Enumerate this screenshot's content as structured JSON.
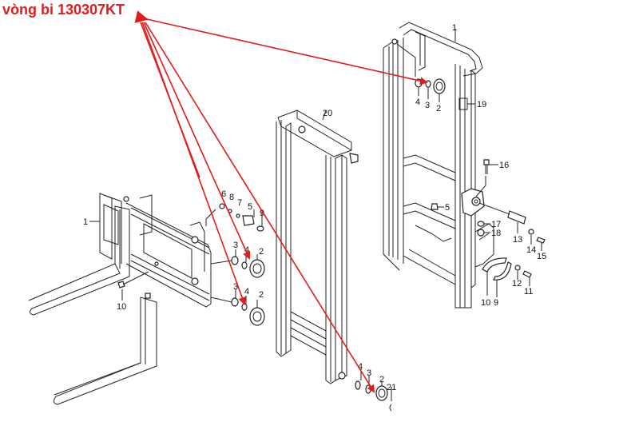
{
  "annotation": {
    "title": "vòng bi 130307KT",
    "color": "#e41b1b",
    "arrow_count": 5
  },
  "diagram": {
    "subject": "forklift mast and carriage exploded parts view",
    "line_color": "#222222",
    "callouts": {
      "outer_mast": [
        {
          "id": "om-1",
          "label": "1"
        },
        {
          "id": "om-4",
          "label": "4"
        },
        {
          "id": "om-3",
          "label": "3"
        },
        {
          "id": "om-2",
          "label": "2"
        },
        {
          "id": "om-19",
          "label": "19"
        },
        {
          "id": "om-16",
          "label": "16"
        },
        {
          "id": "om-5",
          "label": "5"
        },
        {
          "id": "om-17",
          "label": "17"
        },
        {
          "id": "om-18",
          "label": "18"
        },
        {
          "id": "om-13",
          "label": "13"
        },
        {
          "id": "om-14",
          "label": "14"
        },
        {
          "id": "om-15",
          "label": "15"
        },
        {
          "id": "om-12",
          "label": "12"
        },
        {
          "id": "om-11",
          "label": "11"
        },
        {
          "id": "om-10",
          "label": "10"
        },
        {
          "id": "om-9",
          "label": "9"
        }
      ],
      "inner_mast": [
        {
          "id": "im-20",
          "label": "20"
        },
        {
          "id": "im-4",
          "label": "4"
        },
        {
          "id": "im-3",
          "label": "3"
        },
        {
          "id": "im-2",
          "label": "2"
        },
        {
          "id": "im-21",
          "label": "21"
        }
      ],
      "carriage": [
        {
          "id": "c-1",
          "label": "1"
        },
        {
          "id": "c-6",
          "label": "6"
        },
        {
          "id": "c-8",
          "label": "8"
        },
        {
          "id": "c-7",
          "label": "7"
        },
        {
          "id": "c-5",
          "label": "5"
        },
        {
          "id": "c-9",
          "label": "9"
        },
        {
          "id": "c-3a",
          "label": "3"
        },
        {
          "id": "c-4a",
          "label": "4"
        },
        {
          "id": "c-2a",
          "label": "2"
        },
        {
          "id": "c-3b",
          "label": "3"
        },
        {
          "id": "c-4b",
          "label": "4"
        },
        {
          "id": "c-2b",
          "label": "2"
        },
        {
          "id": "c-10",
          "label": "10"
        }
      ]
    }
  }
}
